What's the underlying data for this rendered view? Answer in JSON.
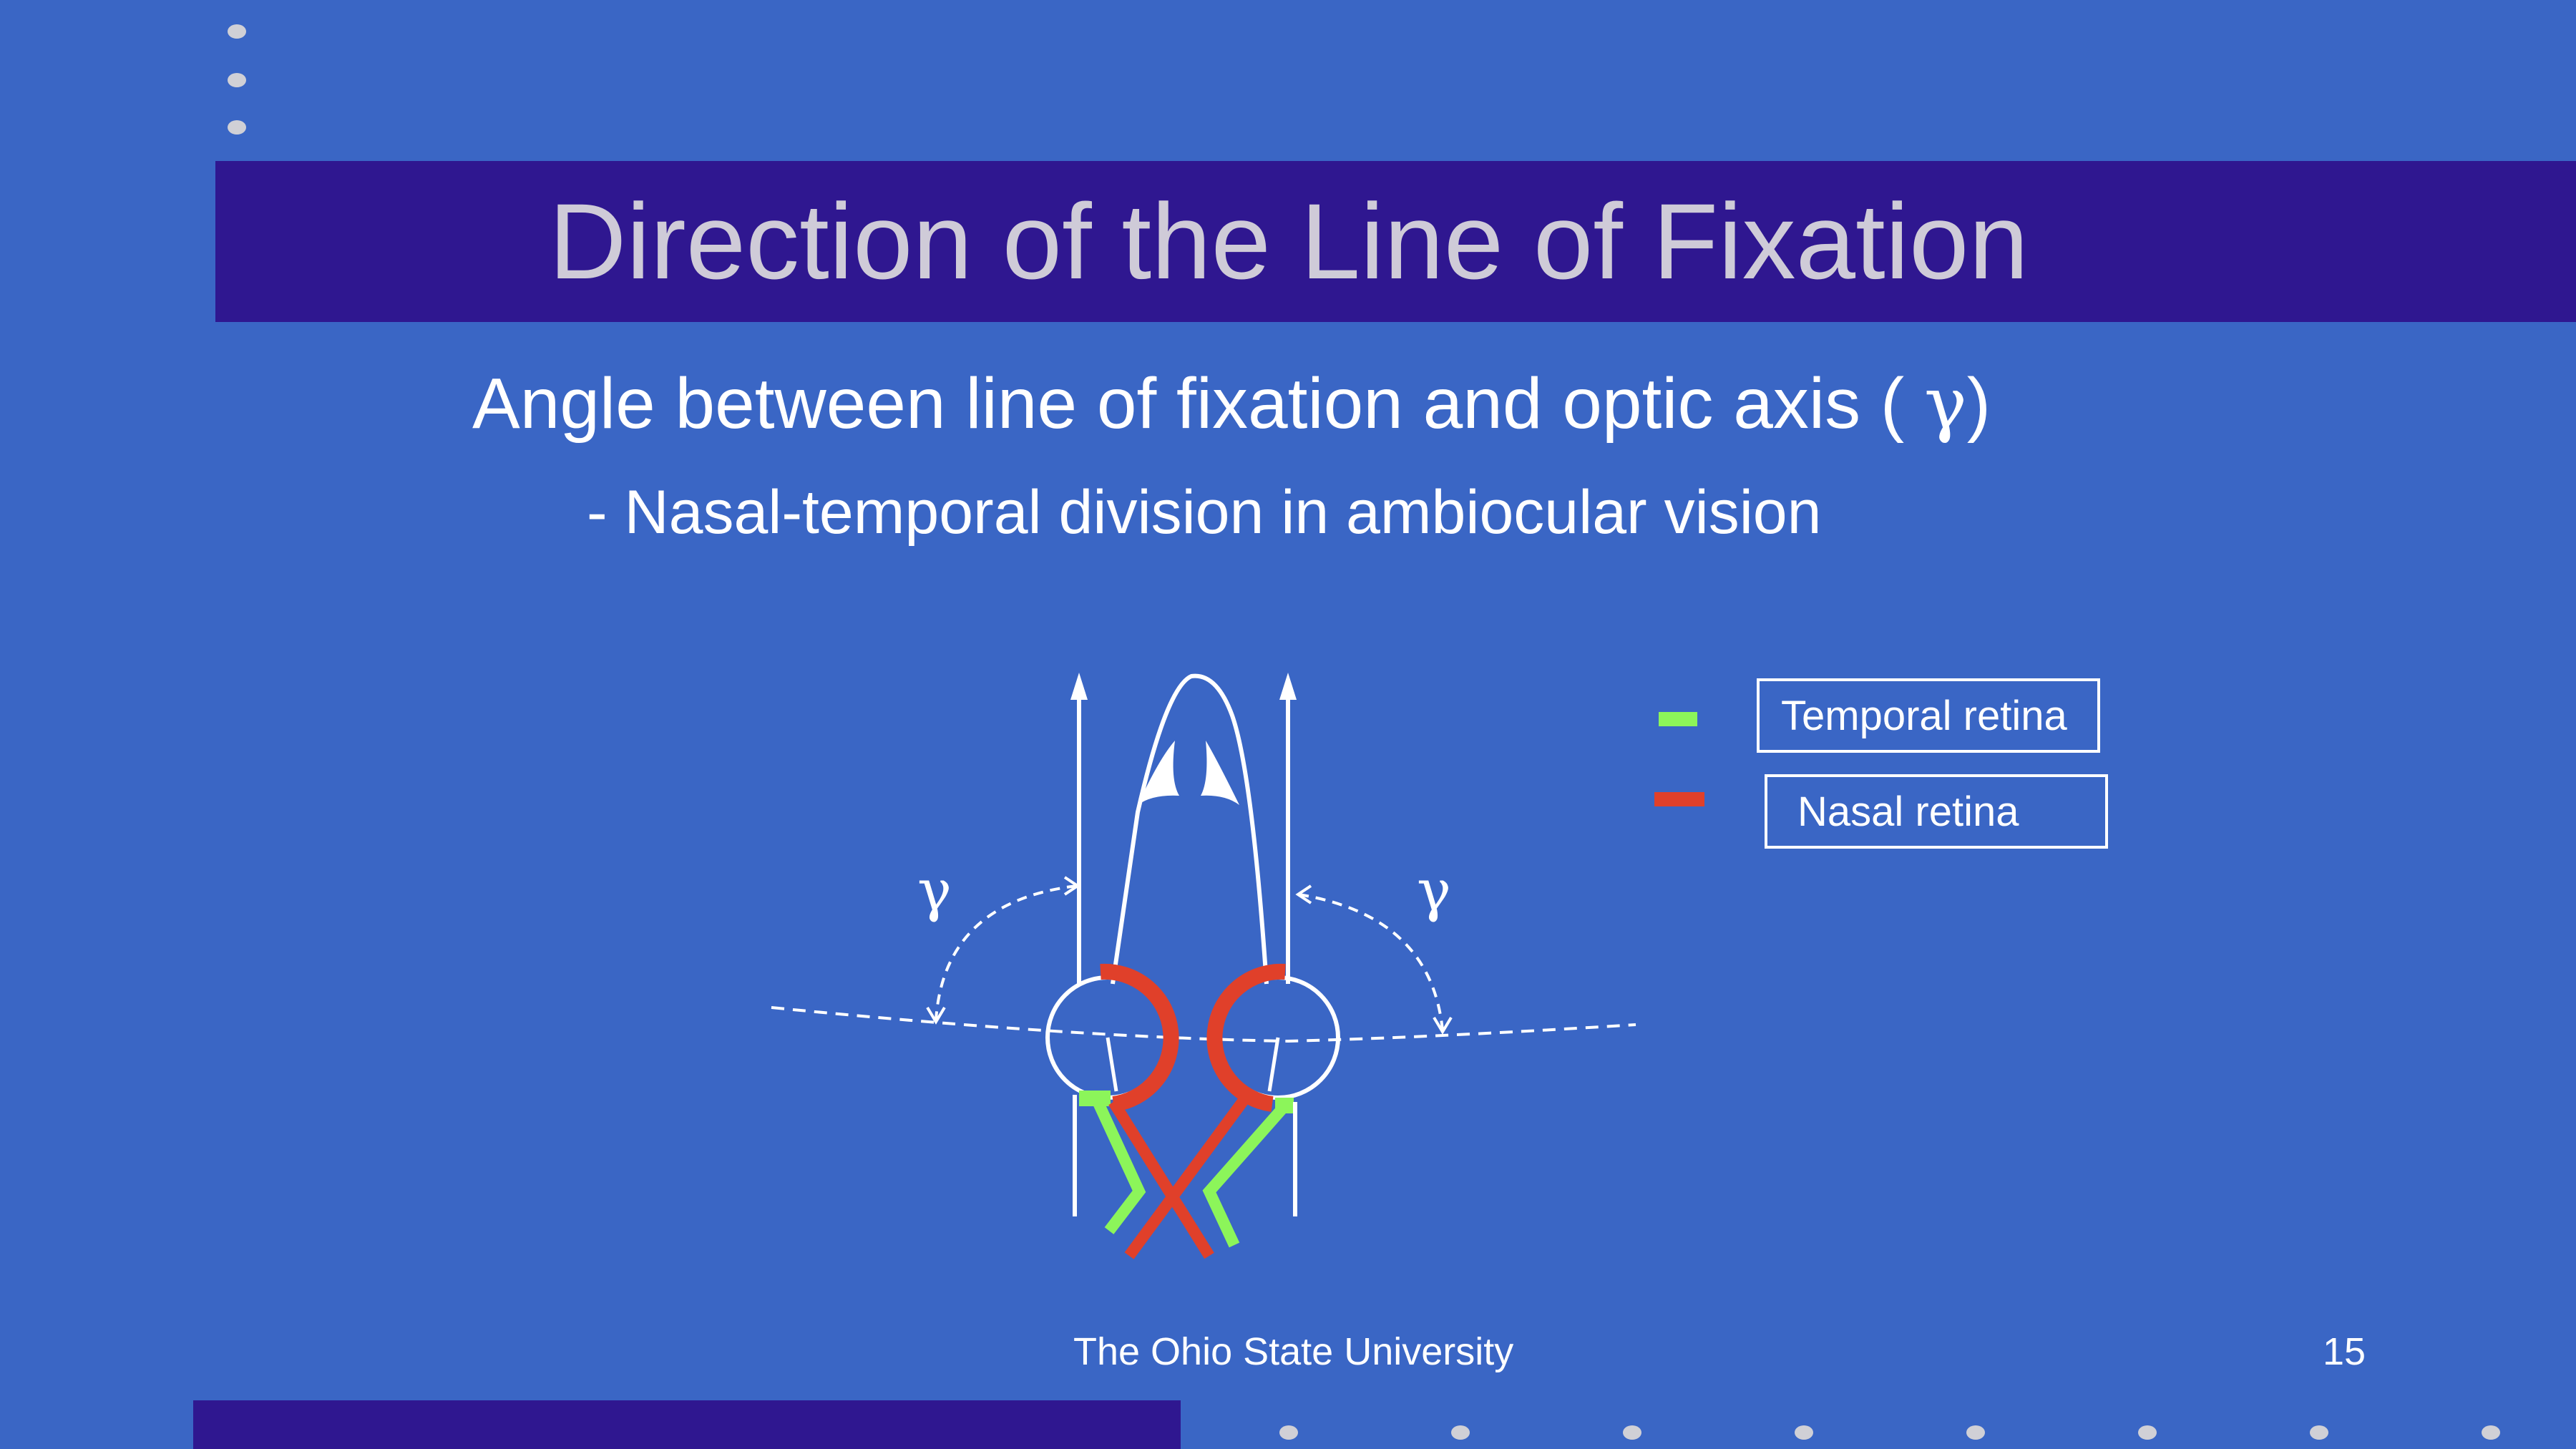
{
  "slide": {
    "title": "Direction of the Line of Fixation",
    "subtitle_text": "Angle between line of fixation and optic axis ( ",
    "subtitle_symbol": "γ",
    "subtitle_close": ")",
    "subpoint": "- Nasal-temporal division in ambiocular vision",
    "footer": "The Ohio State University",
    "page_number": "15"
  },
  "diagram": {
    "angle_label_left": "γ",
    "angle_label_right": "γ"
  },
  "legend": {
    "items": [
      {
        "label": "Temporal retina",
        "color": "#8CF55A"
      },
      {
        "label": "Nasal retina",
        "color": "#E0402A"
      }
    ]
  },
  "colors": {
    "background": "#3A66C5",
    "bar": "#2F1790",
    "title_text": "#CFCBD8",
    "temporal": "#8CF55A",
    "nasal": "#E0402A"
  }
}
